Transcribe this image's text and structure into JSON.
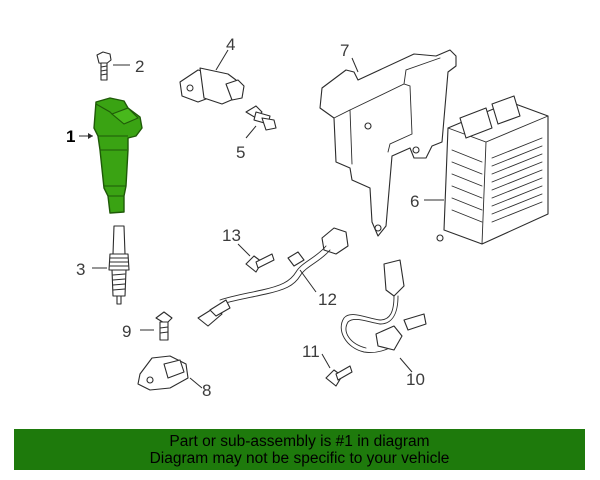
{
  "colors": {
    "highlight": "#3aa313",
    "highlight_dark": "#1f5a08",
    "banner": "#1e7a0c",
    "line": "#2c2c2c"
  },
  "callouts": {
    "c1": "1",
    "c2": "2",
    "c3": "3",
    "c4": "4",
    "c5": "5",
    "c6": "6",
    "c7": "7",
    "c8": "8",
    "c9": "9",
    "c10": "10",
    "c11": "11",
    "c12": "12",
    "c13": "13"
  },
  "banner": {
    "line1": "Part or sub-assembly is #1 in diagram",
    "line2": "Diagram may not be specific to your vehicle"
  }
}
